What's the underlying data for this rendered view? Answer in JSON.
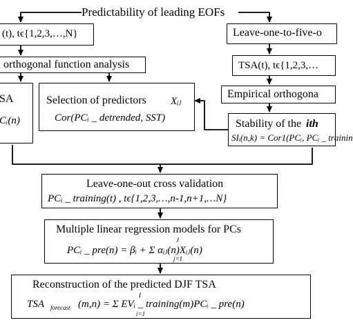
{
  "title": "Predictability of leading EOFs",
  "left": {
    "series": "(t), tϵ{1,2,3,…,N}",
    "eof": "orthogonal function analysis",
    "tsa": "SA",
    "pc_fragment": "Cᵢ(n)"
  },
  "selection": {
    "label": "Selection of predictors",
    "predictor": "Xᵢⱼ",
    "cor": "Cor(PCᵢ _ detrended, SST)"
  },
  "right": {
    "loo5": "Leave-one-to-five-o",
    "tsa": "TSA(t), tϵ{1,2,3,…",
    "eof": "Empirical orthogona",
    "stability": "Stability of the",
    "ith": "ith",
    "si": "SIᵢ(n,k) = Cor1(PCᵢ, PCᵢ _ trainin"
  },
  "loocv": {
    "label": "Leave-one-out cross validation",
    "eq": "PCᵢ _ training(t) , tϵ{1,2,3,…,n-1,n+1,…N}"
  },
  "mlr": {
    "label": "Multiple linear regression models for PCs",
    "eq": "PCᵢ _ pre(n) = βᵢ + Σ αᵢⱼ(n)Xᵢⱼ(n)",
    "sum_top": "J",
    "sum_bottom": "j=1"
  },
  "recon": {
    "label": "Reconstruction of the predicted DJF TSA",
    "eq": "TSA",
    "eq_sub": "forecast",
    "eq_rest": "(m,n) = Σ EVᵢ _ training(m)PCᵢ _ pre(n)",
    "sum_top": "I",
    "sum_bottom": "i=1"
  }
}
